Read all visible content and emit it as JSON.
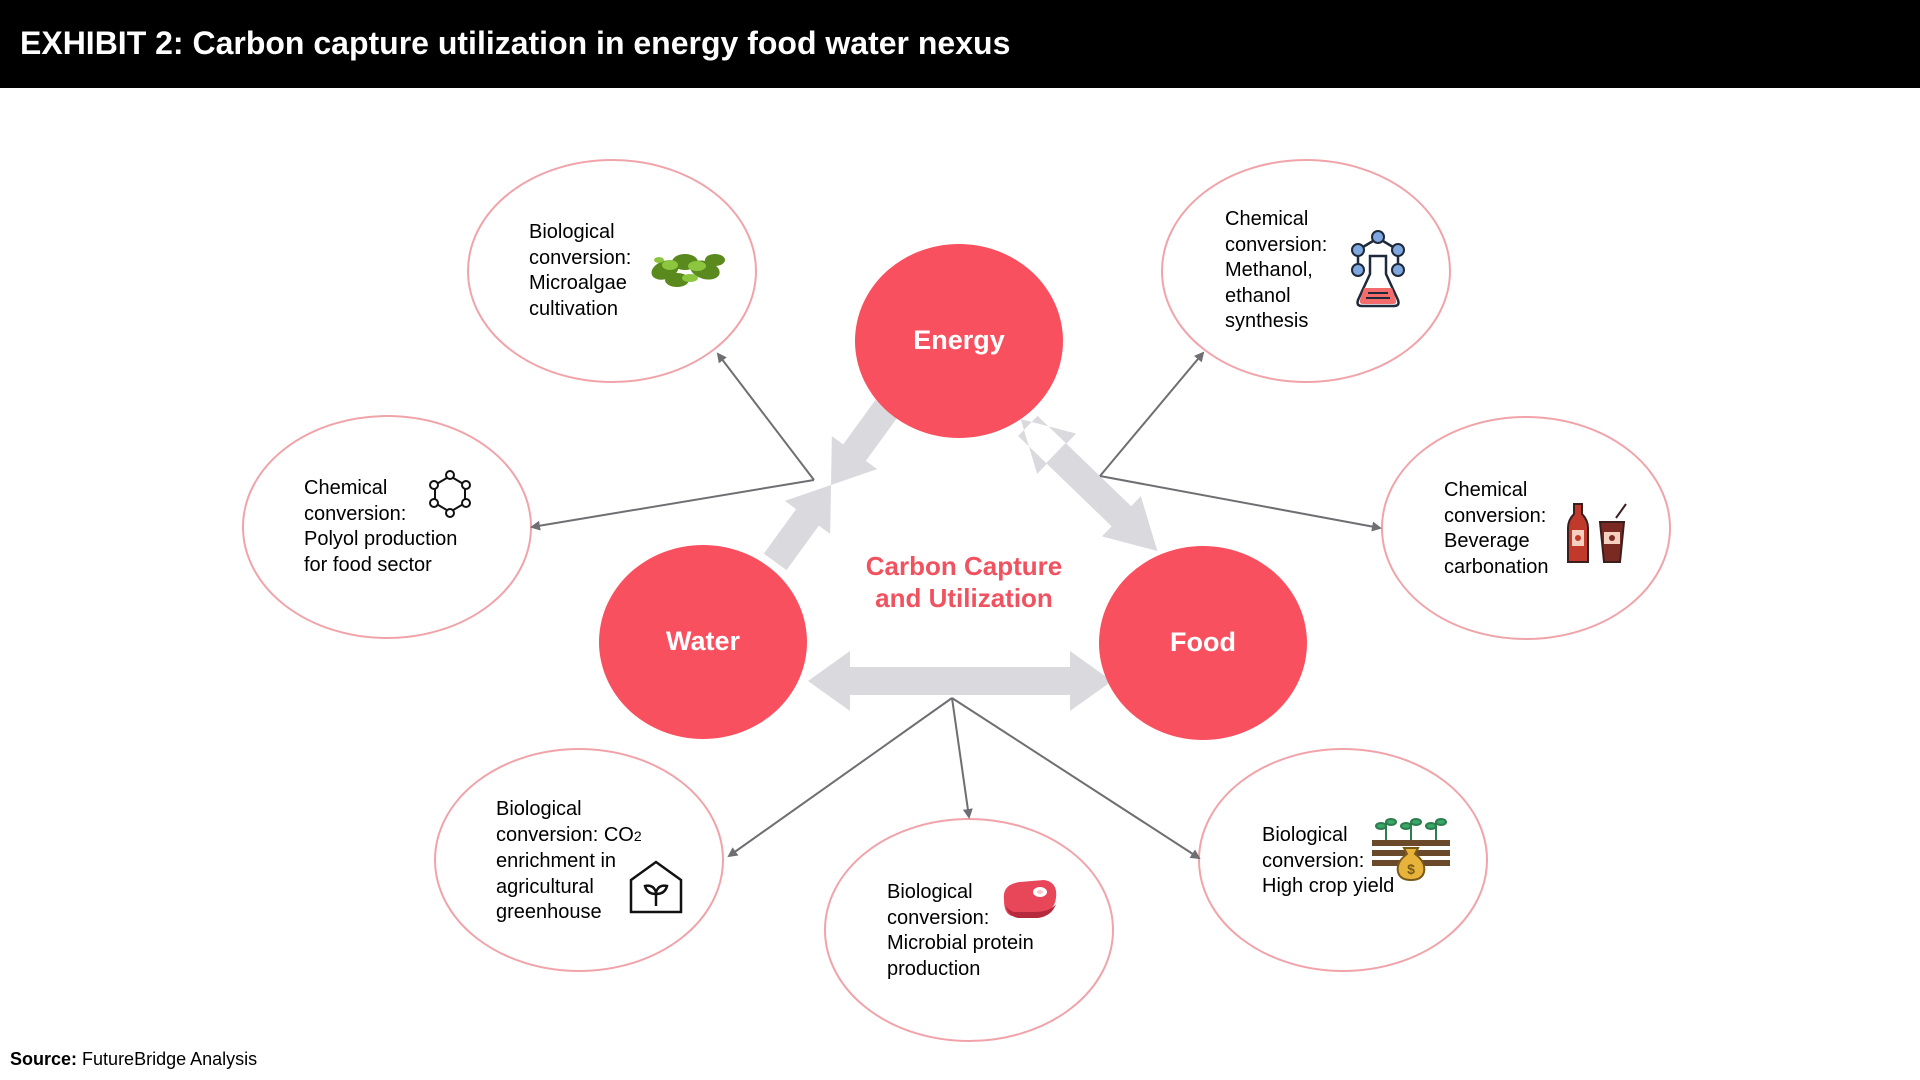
{
  "header": {
    "title": "EXHIBIT 2: Carbon capture utilization in energy food water nexus"
  },
  "center": {
    "lines": [
      "Carbon Capture",
      "and Utilization"
    ]
  },
  "hubs": {
    "energy": "Energy",
    "water": "Water",
    "food": "Food"
  },
  "outcomes": {
    "microalgae": [
      "Biological",
      "conversion:",
      "Microalgae",
      "cultivation"
    ],
    "methanol": [
      "Chemical",
      "conversion:",
      "Methanol,",
      "ethanol",
      "synthesis"
    ],
    "polyol": [
      "Chemical",
      "conversion:",
      "Polyol production",
      "for food sector"
    ],
    "beverage": [
      "Chemical",
      "conversion:",
      "Beverage",
      "carbonation"
    ],
    "greenhouse": {
      "line1": "Biological",
      "line2_prefix": "conversion: CO",
      "line2_subscript": "2",
      "line3": "enrichment in",
      "line4": "agricultural",
      "line5": "greenhouse"
    },
    "protein": [
      "Biological",
      "conversion:",
      "Microbial protein",
      "production"
    ],
    "crop": [
      "Biological",
      "conversion:",
      "High crop yield"
    ]
  },
  "icons": {
    "microalgae": "seaweed-icon",
    "methanol": "flask-molecule-icon",
    "polyol": "hexagon-molecule-icon",
    "beverage": "soda-bottle-glass-icon",
    "greenhouse": "greenhouse-sprout-icon",
    "protein": "meat-steak-icon",
    "crop": "crop-money-bag-icon"
  },
  "source": {
    "label": "Source:",
    "text": "FutureBridge Analysis"
  },
  "colors": {
    "hub": "#f9505f",
    "ellipse_border": "#f0a4aa",
    "double_arrow": "#d9d9de",
    "connector": "#6e6e73",
    "center_text": "#f0525f"
  }
}
